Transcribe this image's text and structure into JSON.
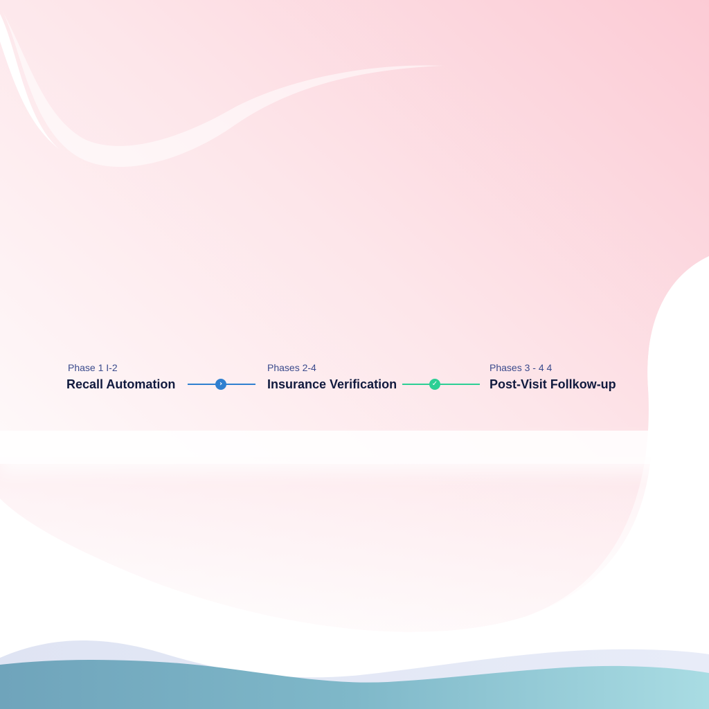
{
  "colors": {
    "background_pink": "#fcd3dc",
    "wave_teal": "#7bb6c8",
    "wave_light": "#a8dbe2",
    "connector_blue": "#2f7fd0",
    "connector_green": "#2ccf94",
    "title_text": "#101a3e",
    "label_text": "#3a4a8c"
  },
  "timeline": {
    "steps": [
      {
        "label": "Phase 1 I-2",
        "title": "Recall Automation"
      },
      {
        "label": "Phases 2-4",
        "title": "Insurance Verification"
      },
      {
        "label": "Phases 3 - 4 4",
        "title": "Post-Visit Follkow-up"
      }
    ],
    "connectors": [
      {
        "icon": "arrow-icon",
        "glyph": "›",
        "color": "#2f7fd0"
      },
      {
        "icon": "check-icon",
        "glyph": "✓",
        "color": "#2ccf94"
      }
    ]
  }
}
